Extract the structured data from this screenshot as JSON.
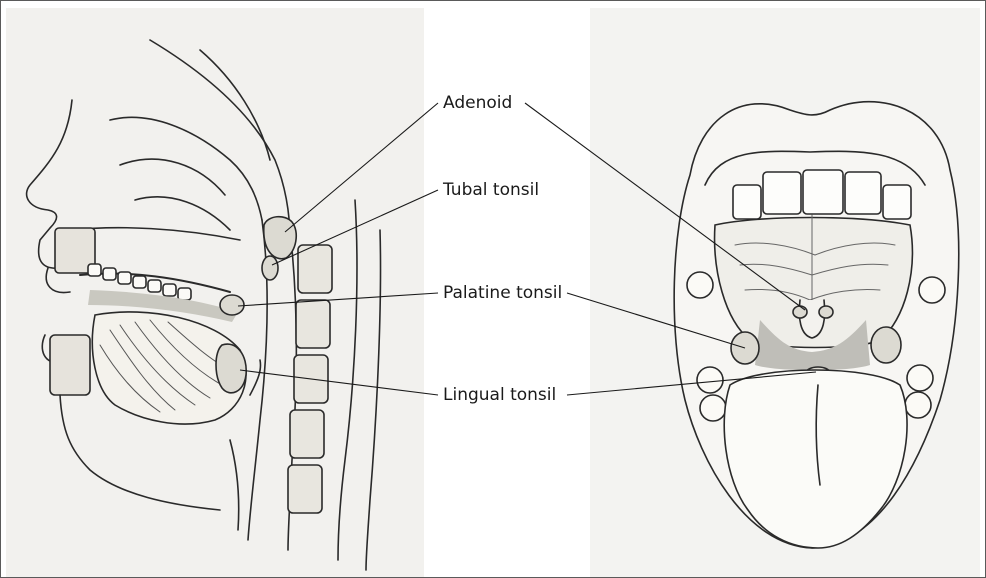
{
  "labels": {
    "adenoid": "Adenoid",
    "tubal_tonsil": "Tubal tonsil",
    "palatine_tonsil": "Palatine tonsil",
    "lingual_tonsil": "Lingual tonsil"
  },
  "colors": {
    "paper_left": "#f2f1ee",
    "paper_right": "#f3f3f1",
    "ink": "#1a1a1a",
    "shading": "#b9b9b4"
  }
}
